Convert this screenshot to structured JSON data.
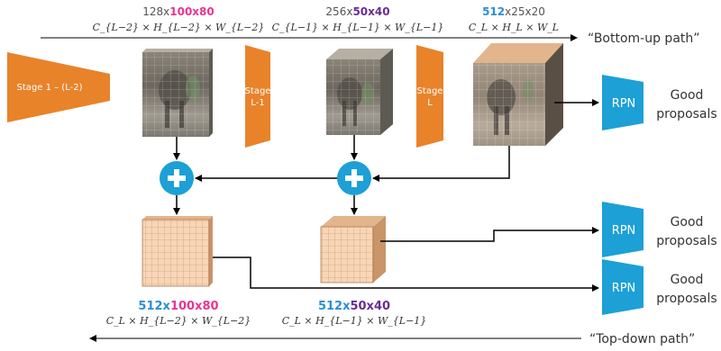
{
  "header_dims": {
    "d1": {
      "a": "128x",
      "b": "100x80"
    },
    "d2": {
      "a": "256x",
      "b": "50x40"
    },
    "d3": {
      "a": "512",
      "b": "x25x20"
    }
  },
  "header_formulas": {
    "f1": "C_{L−2} × H_{L−2} × W_{L−2}",
    "f2": "C_{L−1} × H_{L−1} × W_{L−1}",
    "f3": "C_L × H_L × W_L"
  },
  "bottom_up_label": "“Bottom-up path”",
  "top_down_label": "“Top-down path”",
  "stages": {
    "s1": "Stage 1 – (L-2)",
    "s2_line1": "Stage",
    "s2_line2": "L-1",
    "s3_line1": "Stage",
    "s3_line2": "L"
  },
  "rpn_label": "RPN",
  "output": {
    "line1": "Good",
    "line2": "proposals"
  },
  "bottom_dims": {
    "d1": {
      "a": "512x",
      "b": "100x80"
    },
    "d2": {
      "a": "512x",
      "b": "50x40"
    }
  },
  "bottom_formulas": {
    "f1": "C_L × H_{L−2} × W_{L−2}",
    "f2": "C_L × H_{L−1} × W_{L−1}"
  },
  "colors": {
    "stage_orange": "#E8832A",
    "rpn_blue": "#1CA0D6",
    "plus_blue": "#1CA0D6",
    "pink": "#E8358F",
    "purple": "#6A2C91",
    "blue_text": "#2B8FD0",
    "cube_front": "#F7D6B7",
    "cube_side": "#E3B58C"
  }
}
